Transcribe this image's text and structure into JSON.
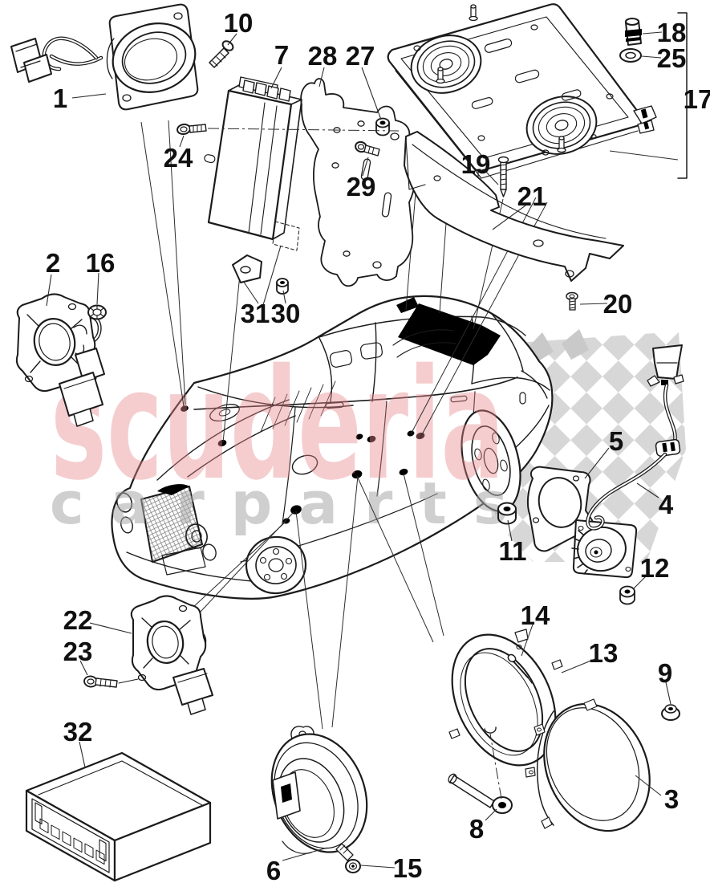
{
  "watermark": {
    "brand": "scuderia",
    "subtext": "carparts",
    "brand_color": "#e8878d",
    "subtext_color": "#a8a8a8",
    "flag_color": "#d7d7d7"
  },
  "parts": {
    "n1": "1",
    "n2": "2",
    "n3": "3",
    "n4": "4",
    "n5": "5",
    "n6": "6",
    "n7": "7",
    "n8": "8",
    "n9": "9",
    "n10": "10",
    "n11": "11",
    "n12": "12",
    "n13": "13",
    "n14": "14",
    "n15": "15",
    "n16": "16",
    "n17": "17",
    "n18": "18",
    "n19": "19",
    "n20": "20",
    "n21": "21",
    "n22": "22",
    "n23": "23",
    "n24": "24",
    "n25": "25",
    "n27": "27",
    "n28": "28",
    "n29": "29",
    "n30": "30",
    "n31": "31",
    "n32": "32"
  }
}
